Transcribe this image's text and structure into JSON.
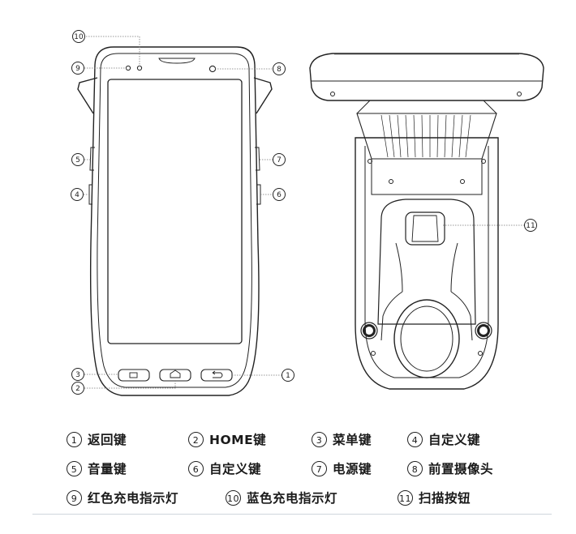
{
  "callouts": {
    "c1": "1",
    "c2": "2",
    "c3": "3",
    "c4": "4",
    "c5": "5",
    "c6": "6",
    "c7": "7",
    "c8": "8",
    "c9": "9",
    "c10": "10",
    "c11": "11"
  },
  "legend": {
    "rows": [
      [
        {
          "num": "1",
          "label": "返回键"
        },
        {
          "num": "2",
          "label": "HOME键"
        },
        {
          "num": "3",
          "label": "菜单键"
        },
        {
          "num": "4",
          "label": "自定义键"
        }
      ],
      [
        {
          "num": "5",
          "label": "音量键"
        },
        {
          "num": "6",
          "label": "自定义键"
        },
        {
          "num": "7",
          "label": "电源键"
        },
        {
          "num": "8",
          "label": "前置摄像头"
        }
      ],
      [
        {
          "num": "9",
          "label": "红色充电指示灯"
        },
        {
          "num": "10",
          "label": "蓝色充电指示灯"
        },
        {
          "num": "11",
          "label": "扫描按钮"
        }
      ]
    ]
  }
}
